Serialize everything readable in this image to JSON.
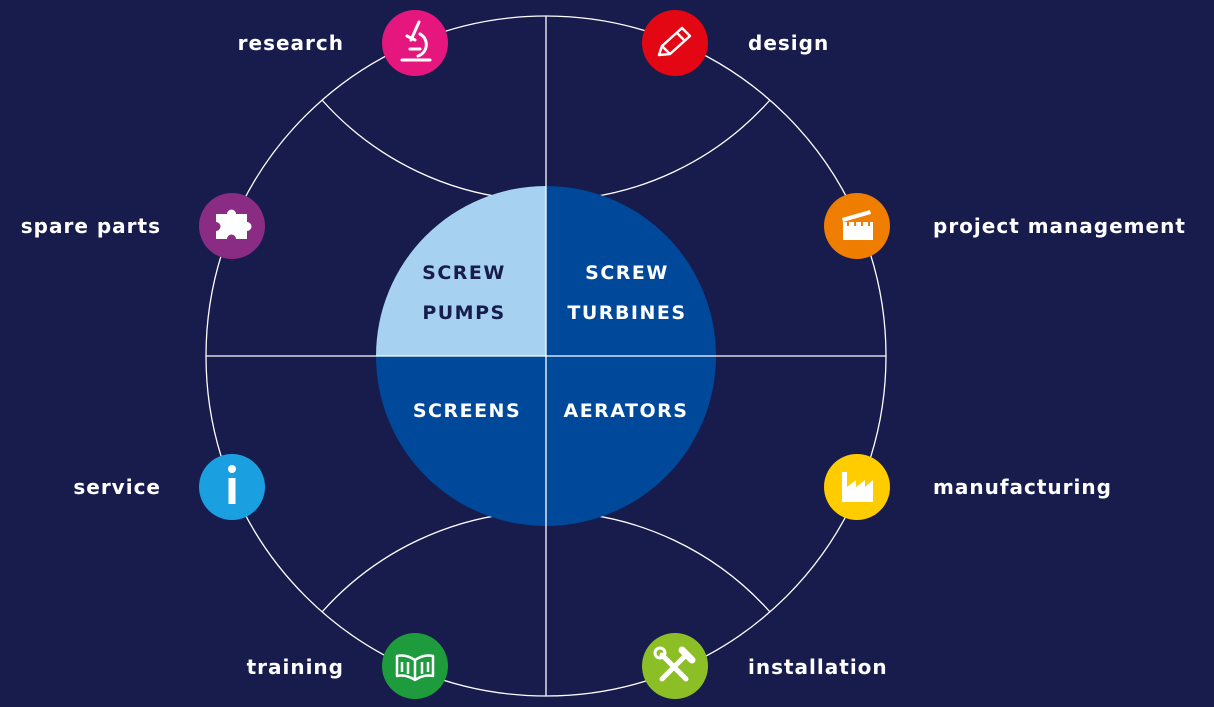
{
  "center": {
    "top_left_line1": "SCREW",
    "top_left_line2": "PUMPS",
    "top_right_line1": "SCREW",
    "top_right_line2": "TURBINES",
    "bottom_left": "SCREENS",
    "bottom_right": "AERATORS"
  },
  "services": [
    {
      "label": "research",
      "icon": "microscope-icon",
      "color": "#e5177e"
    },
    {
      "label": "design",
      "icon": "pencil-icon",
      "color": "#e30613"
    },
    {
      "label": "project management",
      "icon": "clapperboard-icon",
      "color": "#ef7d00"
    },
    {
      "label": "manufacturing",
      "icon": "factory-icon",
      "color": "#ffcc00"
    },
    {
      "label": "installation",
      "icon": "tools-icon",
      "color": "#8cbf26"
    },
    {
      "label": "training",
      "icon": "book-icon",
      "color": "#1e9b3c"
    },
    {
      "label": "service",
      "icon": "info-icon",
      "color": "#1aa0e0"
    },
    {
      "label": "spare parts",
      "icon": "puzzle-icon",
      "color": "#8a2b84"
    }
  ],
  "colors": {
    "background": "#171c4d",
    "segment_light": "#a7d1f0",
    "segment_dark": "#00489a",
    "lines": "#ffffff"
  }
}
